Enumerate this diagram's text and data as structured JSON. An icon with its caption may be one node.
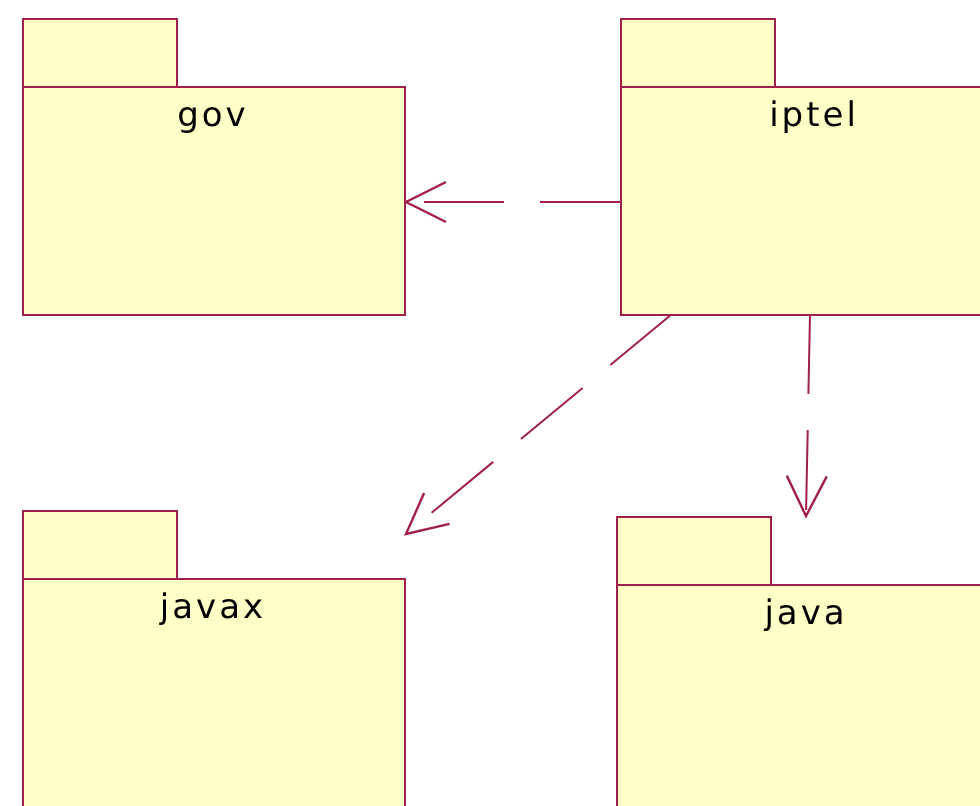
{
  "diagram": {
    "nodes": [
      {
        "text": [
          "gov"
        ]
      },
      {
        "text": [
          "iptel"
        ]
      },
      {
        "text": [
          "javax"
        ]
      },
      {
        "text": [
          "java"
        ]
      }
    ],
    "edges": [
      {
        "from": 1,
        "to": 0,
        "arrow": "to",
        "style": "dashed"
      },
      {
        "from": 1,
        "to": 2,
        "arrow": "to",
        "style": "dashed"
      },
      {
        "from": 1,
        "to": 3,
        "arrow": "to",
        "style": "dashed"
      }
    ]
  }
}
